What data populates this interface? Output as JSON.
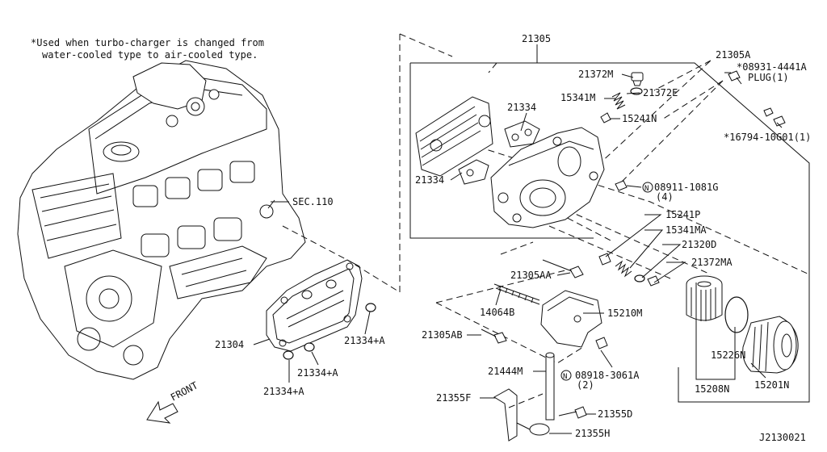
{
  "notes": {
    "line1": "*Used when turbo-charger is changed from",
    "line2": "water-cooled type to air-cooled type."
  },
  "diagram_id": "J2130021",
  "direction_label": "FRONT",
  "labels": {
    "p21305": "21305",
    "p21305A": "21305A",
    "p08931": "*08931-4441A",
    "plug": "PLUG(1)",
    "p16794": "*16794-10G01(1)",
    "p21372M": "21372M",
    "p21372E": "21372E",
    "p15341M": "15341M",
    "p15241N": "15241N",
    "p21334_top": "21334",
    "p21334_left": "21334",
    "p08911": "08911-1081G",
    "p08911_qty": "(4)",
    "sec110": "SEC.110",
    "p15241P": "15241P",
    "p15341MA": "15341MA",
    "p21320D": "21320D",
    "p21372MA": "21372MA",
    "p21305AA": "21305AA",
    "p14064B": "14064B",
    "p15210M": "15210M",
    "p21305AB": "21305AB",
    "p21304": "21304",
    "p21334A_1": "21334+A",
    "p21334A_2": "21334+A",
    "p21334A_3": "21334+A",
    "p15226N": "15226N",
    "p15201N": "15201N",
    "p15208N": "15208N",
    "p21444M": "21444M",
    "p08918": "08918-3061A",
    "p08918_qty": "(2)",
    "p21355F": "21355F",
    "p21355D": "21355D",
    "p21355H": "21355H",
    "n_symbol": "N"
  }
}
